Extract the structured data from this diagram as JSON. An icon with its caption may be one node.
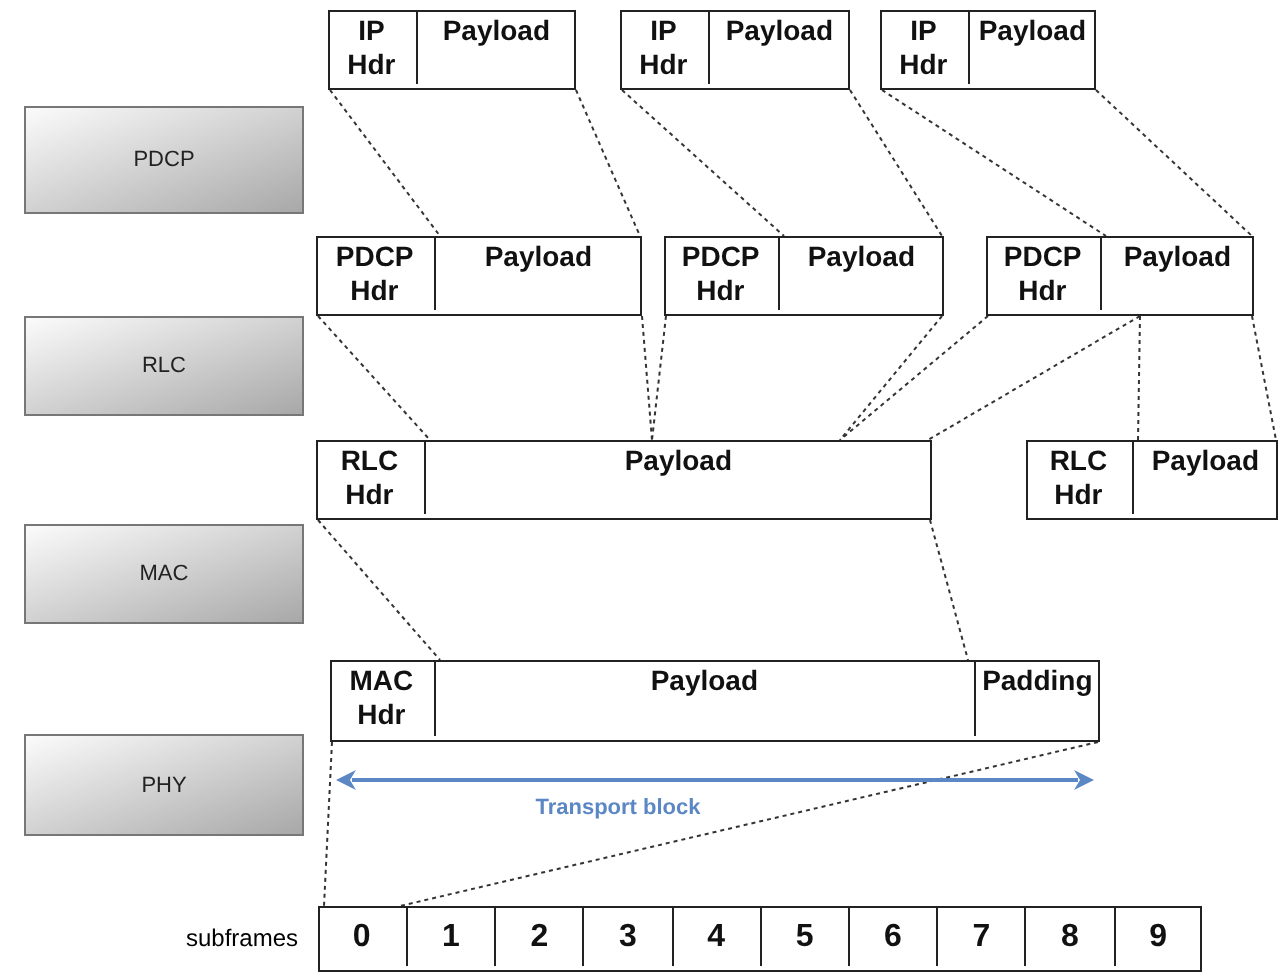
{
  "diagram": {
    "nodes": [
      {
        "text": [
          "PDCP"
        ]
      },
      {
        "text": [
          "RLC"
        ]
      },
      {
        "text": [
          "MAC"
        ]
      },
      {
        "text": [
          "PHY"
        ]
      },
      {
        "text": [],
        "shape": "box"
      },
      {
        "text": [
          "IP Hdr"
        ],
        "in": 4
      },
      {
        "text": [
          "Payload"
        ],
        "in": 4
      },
      {
        "text": [],
        "shape": "box"
      },
      {
        "text": [
          "IP Hdr"
        ],
        "in": 7
      },
      {
        "text": [
          "Payload"
        ],
        "in": 7
      },
      {
        "text": [],
        "shape": "box"
      },
      {
        "text": [
          "IP Hdr"
        ],
        "in": 10
      },
      {
        "text": [
          "Payload"
        ],
        "in": 10
      },
      {
        "text": [],
        "shape": "box"
      },
      {
        "text": [
          "PDCP Hdr"
        ],
        "in": 13
      },
      {
        "text": [
          "Payload"
        ],
        "in": 13
      },
      {
        "text": [],
        "shape": "box"
      },
      {
        "text": [
          "PDCP Hdr"
        ],
        "in": 16
      },
      {
        "text": [
          "Payload"
        ],
        "in": 16
      },
      {
        "text": [],
        "shape": "box"
      },
      {
        "text": [
          "PDCP Hdr"
        ],
        "in": 19
      },
      {
        "text": [
          "Payload"
        ],
        "in": 19
      },
      {
        "text": [],
        "shape": "box"
      },
      {
        "text": [
          "RLC Hdr"
        ],
        "in": 22
      },
      {
        "text": [
          "Payload"
        ],
        "in": 22
      },
      {
        "text": [],
        "shape": "box"
      },
      {
        "text": [
          "RLC Hdr"
        ],
        "in": 25
      },
      {
        "text": [
          "Payload"
        ],
        "in": 25
      },
      {
        "text": [],
        "shape": "box"
      },
      {
        "text": [
          "MAC Hdr"
        ],
        "in": 28
      },
      {
        "text": [
          "Payload"
        ],
        "in": 28
      },
      {
        "text": [
          "Padding"
        ],
        "in": 28
      },
      {
        "text": [],
        "shape": "box",
        "beside": [
          "subframes"
        ]
      },
      {
        "text": [
          "0"
        ],
        "in": 32
      },
      {
        "text": [
          "1"
        ],
        "in": 32
      },
      {
        "text": [
          "2"
        ],
        "in": 32
      },
      {
        "text": [
          "3"
        ],
        "in": 32
      },
      {
        "text": [
          "4"
        ],
        "in": 32
      },
      {
        "text": [
          "5"
        ],
        "in": 32
      },
      {
        "text": [
          "6"
        ],
        "in": 32
      },
      {
        "text": [
          "7"
        ],
        "in": 32
      },
      {
        "text": [
          "8"
        ],
        "in": 32
      },
      {
        "text": [
          "9"
        ],
        "in": 32
      }
    ],
    "edges": [
      {
        "from": 4,
        "to": 15,
        "arrow": "none",
        "style": "dashed"
      },
      {
        "from": 4,
        "to": 15,
        "arrow": "none",
        "style": "dashed"
      },
      {
        "from": 7,
        "to": 18,
        "arrow": "none",
        "style": "dashed"
      },
      {
        "from": 7,
        "to": 18,
        "arrow": "none",
        "style": "dashed"
      },
      {
        "from": 10,
        "to": 21,
        "arrow": "none",
        "style": "dashed"
      },
      {
        "from": 10,
        "to": 21,
        "arrow": "none",
        "style": "dashed"
      },
      {
        "from": 13,
        "to": 24,
        "arrow": "none",
        "style": "dashed"
      },
      {
        "from": 13,
        "to": 24,
        "arrow": "none",
        "style": "dashed"
      },
      {
        "from": 16,
        "to": 24,
        "arrow": "none",
        "style": "dashed"
      },
      {
        "from": 16,
        "to": 24,
        "arrow": "none",
        "style": "dashed"
      },
      {
        "from": 19,
        "to": 24,
        "arrow": "none",
        "style": "dashed"
      },
      {
        "from": 21,
        "to": 24,
        "arrow": "none",
        "style": "dashed"
      },
      {
        "from": 21,
        "to": 27,
        "arrow": "none",
        "style": "dashed"
      },
      {
        "from": 21,
        "to": 27,
        "arrow": "none",
        "style": "dashed"
      },
      {
        "from": 22,
        "to": 30,
        "arrow": "none",
        "style": "dashed"
      },
      {
        "from": 22,
        "to": 30,
        "arrow": "none",
        "style": "dashed"
      },
      {
        "from": 28,
        "to": 33,
        "arrow": "none",
        "style": "dashed"
      },
      {
        "from": 28,
        "to": 33,
        "arrow": "none",
        "style": "dashed"
      }
    ],
    "labels": [
      "Transport block"
    ]
  }
}
